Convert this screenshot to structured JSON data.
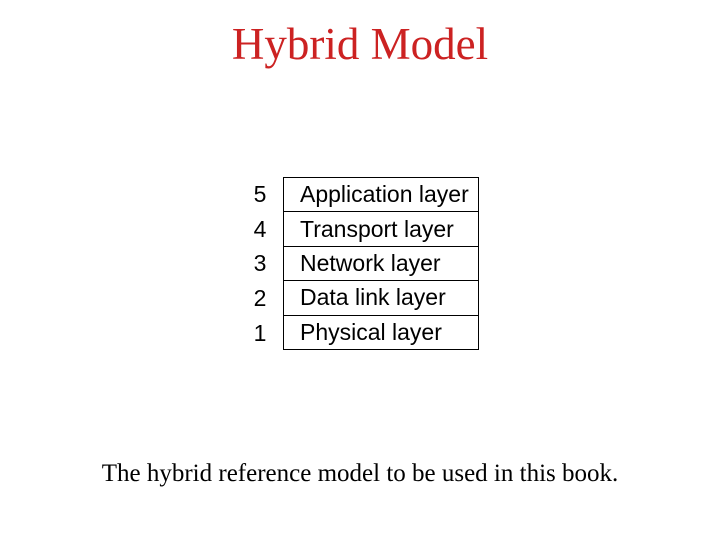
{
  "slide": {
    "title": "Hybrid Model",
    "caption": "The hybrid reference model to be used in this book.",
    "colors": {
      "title_red": "#cc2222",
      "text": "#000000",
      "border": "#000000",
      "background": "#ffffff"
    },
    "stack": {
      "rows": [
        {
          "number": "5",
          "label": "Application layer"
        },
        {
          "number": "4",
          "label": "Transport layer"
        },
        {
          "number": "3",
          "label": "Network layer"
        },
        {
          "number": "2",
          "label": "Data link layer"
        },
        {
          "number": "1",
          "label": "Physical layer"
        }
      ]
    }
  }
}
